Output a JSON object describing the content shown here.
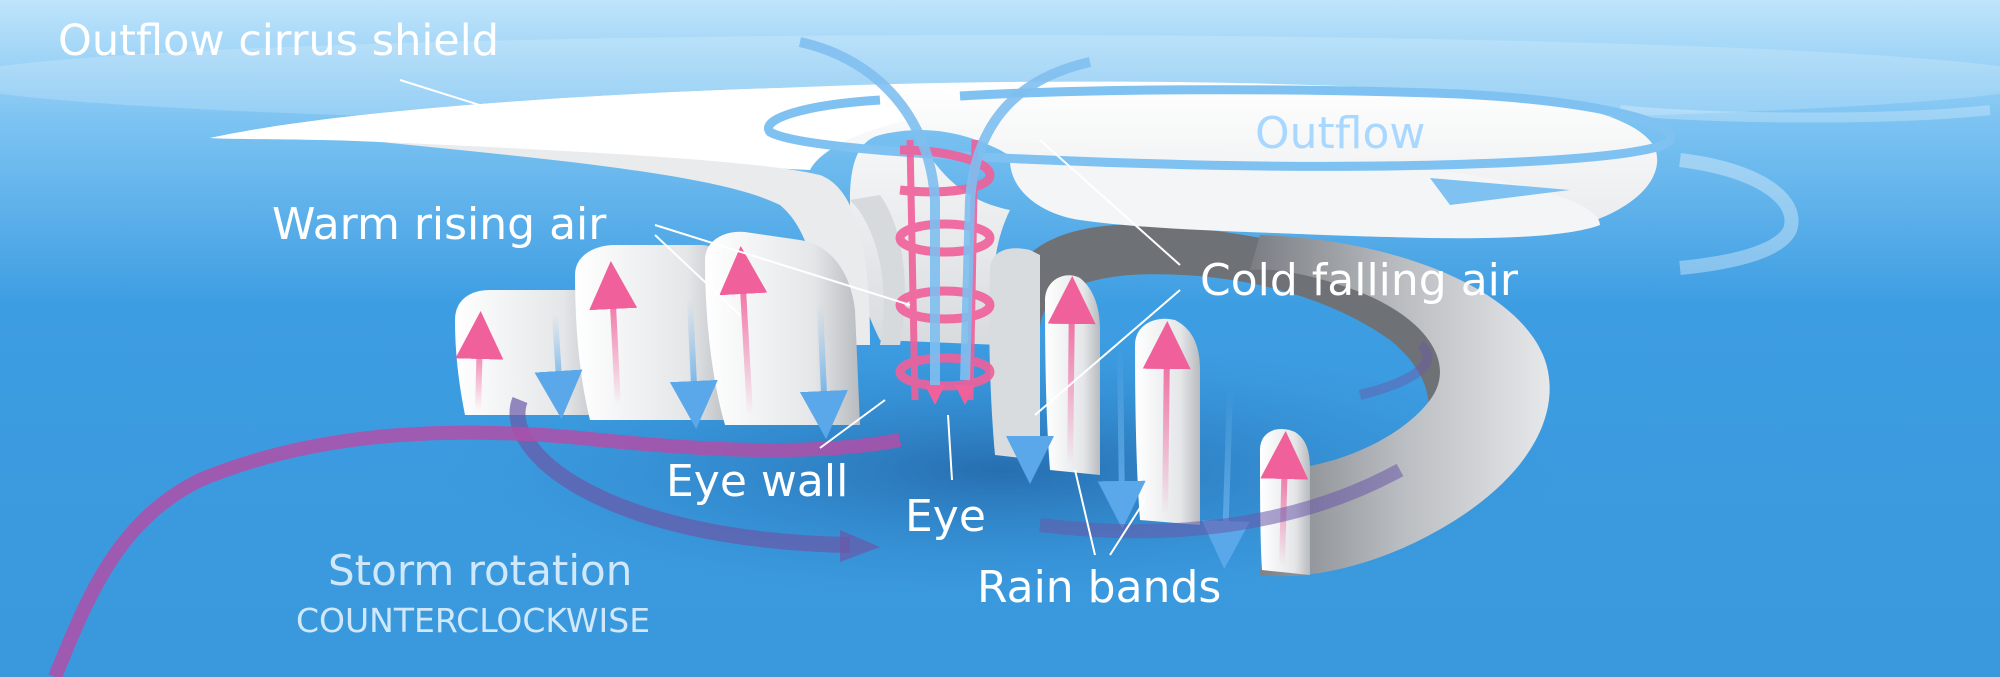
{
  "labels": {
    "outflow_cirrus_shield": "Outflow cirrus shield",
    "outflow": "Outflow",
    "warm_rising_air": "Warm rising air",
    "cold_falling_air": "Cold falling air",
    "eye_wall": "Eye wall",
    "eye": "Eye",
    "rain_bands": "Rain bands",
    "storm_rotation": "Storm rotation",
    "rotation_direction": "COUNTERCLOCKWISE"
  },
  "colors": {
    "sky_top": "#bfe4fb",
    "sea": "#3c9ce0",
    "cloud": "#eef0f2",
    "cloud_shadow": "#9a9ea3",
    "warm_air": "#f0609a",
    "cold_air": "#7fbff0",
    "rotation_arrow": "#7f4fa3",
    "outflow_text": "#a8d8ff"
  }
}
